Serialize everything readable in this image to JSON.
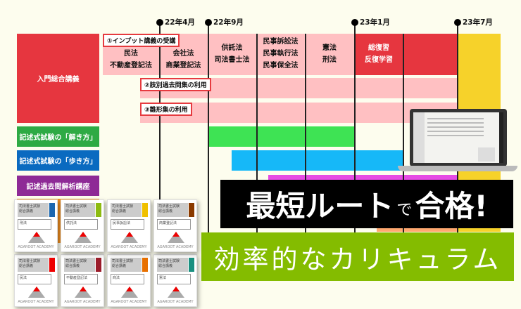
{
  "timeline": {
    "markers": [
      "22年4月",
      "22年9月",
      "23年1月",
      "23年7月"
    ]
  },
  "courses": [
    {
      "label": "入門総合講義",
      "color": "#e6363f"
    },
    {
      "label": "記述式試験の「解き方」",
      "color": "#2eaa44"
    },
    {
      "label": "記述式試験の「歩き方」",
      "color": "#0a6ac0"
    },
    {
      "label": "記述過去問解析講座",
      "color": "#8e2a96"
    },
    {
      "label": "",
      "color": "#f39020"
    }
  ],
  "phases": {
    "input": "①インプット講義の受講",
    "past_exams": "②肢別過去問集の利用",
    "mock": "③雛形集の利用"
  },
  "subjects": [
    {
      "line1": "民法",
      "line2": "不動産登記法"
    },
    {
      "line1": "会社法",
      "line2": "商業登記法"
    },
    {
      "line1": "供託法",
      "line2": "司法書士法"
    },
    {
      "line1": "民事訴訟法",
      "line2": "民事執行法",
      "line3": "民事保全法"
    },
    {
      "line1": "憲法",
      "line2": "刑法"
    },
    {
      "line1": "総復習",
      "line2": "反復学習"
    }
  ],
  "headline": {
    "main_a": "最短ルート",
    "main_small": "で",
    "main_b": "合格!",
    "sub": "効率的なカリキュラム"
  },
  "books": [
    {
      "title": "司法書士試験",
      "series": "総合講義",
      "subject": "民法",
      "color": "#e00"
    },
    {
      "title": "司法書士試験",
      "series": "総合講義",
      "subject": "不動産登記法",
      "color": "#9b1c2a"
    },
    {
      "title": "司法書士試験",
      "series": "総合講義",
      "subject": "商法",
      "color": "#e87000"
    },
    {
      "title": "司法書士試験",
      "series": "総合講義",
      "subject": "憲法",
      "color": "#1a9080"
    },
    {
      "title": "司法書士試験",
      "series": "総合講義",
      "subject": "刑法",
      "color": "#1a66b0"
    },
    {
      "title": "司法書士試験",
      "series": "総合講義",
      "subject": "供託法",
      "color": "#8dbb10"
    },
    {
      "title": "司法書士試験",
      "series": "総合講義",
      "subject": "民事訴訟法",
      "color": "#f0c000"
    },
    {
      "title": "司法書士試験",
      "series": "総合講義",
      "subject": "商業登記法",
      "color": "#8a3a00"
    }
  ],
  "brand": "AGAROOT ACADEMY"
}
